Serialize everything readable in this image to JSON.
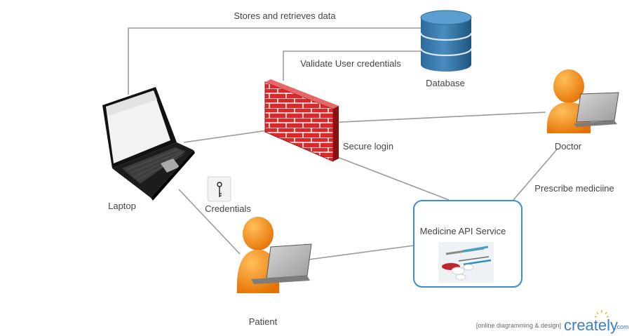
{
  "nodes": {
    "laptop": "Laptop",
    "database": "Database",
    "doctor": "Doctor",
    "patient": "Patient",
    "credentials": "Credentials",
    "api_service": "Medicine API Service"
  },
  "edges": {
    "laptop_database": "Stores and retrieves data",
    "firewall_database": "Validate User credentials",
    "firewall_api": "Secure login",
    "doctor_api": "Prescribe mediciine"
  },
  "watermark": {
    "tagline": "[online diagramming & design]",
    "brand": "creately",
    "suffix": ".com"
  },
  "colors": {
    "connector": "#9a9a9a",
    "database": "#3f7fb0",
    "firewall": "#d9292b",
    "person": "#f0860f",
    "api_border": "#3b8fd1",
    "brand": "#3b7ec4"
  },
  "icons": [
    "laptop-icon",
    "database-icon",
    "firewall-icon",
    "doctor-icon",
    "patient-icon",
    "key-icon",
    "medicine-icon"
  ]
}
